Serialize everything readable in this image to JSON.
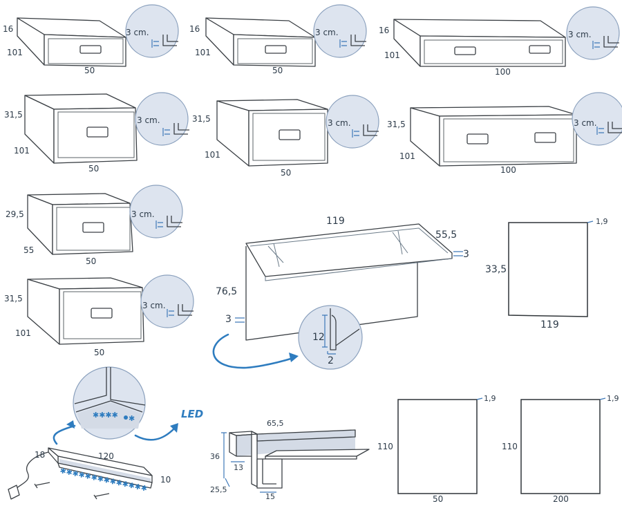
{
  "drawers": [
    {
      "height": "16",
      "depth": "101",
      "width": "50",
      "detail": "3 cm."
    },
    {
      "height": "16",
      "depth": "101",
      "width": "50",
      "detail": "3 cm."
    },
    {
      "height": "16",
      "depth": "101",
      "width": "100",
      "detail": "3 cm."
    },
    {
      "height": "31,5",
      "depth": "101",
      "width": "50",
      "detail": "3 cm."
    },
    {
      "height": "31,5",
      "depth": "101",
      "width": "50",
      "detail": "3 cm."
    },
    {
      "height": "31,5",
      "depth": "101",
      "width": "100",
      "detail": "3 cm."
    },
    {
      "height": "29,5",
      "depth": "55",
      "width": "50",
      "detail": "3 cm."
    },
    {
      "height": "31,5",
      "depth": "101",
      "width": "50",
      "detail": "3 cm."
    }
  ],
  "desk": {
    "width": "119",
    "depth": "55,5",
    "top_thickness": "3",
    "height": "76,5",
    "leg_thickness": "3",
    "detail_height": "12",
    "detail_width": "2"
  },
  "panel_small": {
    "height": "33,5",
    "width": "119",
    "thickness": "1,9"
  },
  "shelf_led": {
    "height": "18",
    "width": "120",
    "depth": "10",
    "led_label": "LED"
  },
  "nightstand": {
    "width": "65,5",
    "height": "36",
    "depth": "25,5",
    "inner_depth": "13",
    "inner_width": "15"
  },
  "panel_50": {
    "height": "110",
    "width": "50",
    "thickness": "1,9"
  },
  "panel_200": {
    "height": "110",
    "width": "200",
    "thickness": "1,9"
  },
  "colors": {
    "accent": "#2e7cbf",
    "detail_circle": "#dde4ef",
    "line": "#3a3f44"
  }
}
